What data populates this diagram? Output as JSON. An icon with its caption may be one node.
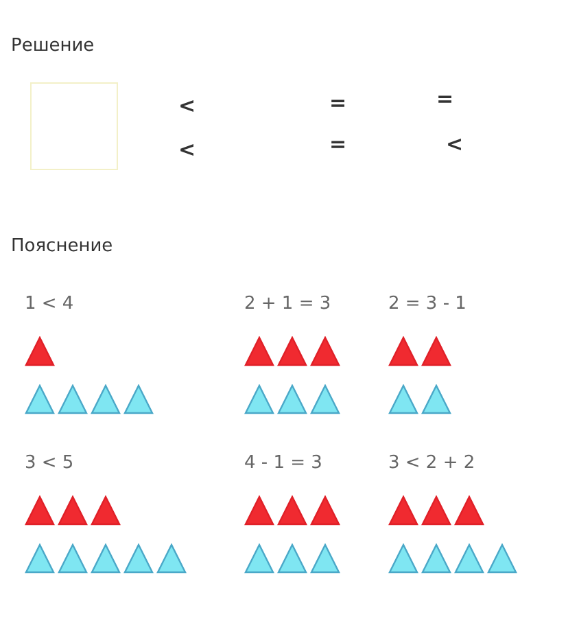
{
  "diagram": {
    "labels": [
      "Решение",
      "<",
      "=",
      "=",
      "<",
      "=",
      "<",
      "Пояснение",
      "1 < 4",
      "2 + 1 = 3",
      "2 = 3 - 1",
      "3 < 5",
      "4 - 1 = 3",
      "3 < 2 + 2"
    ]
  }
}
